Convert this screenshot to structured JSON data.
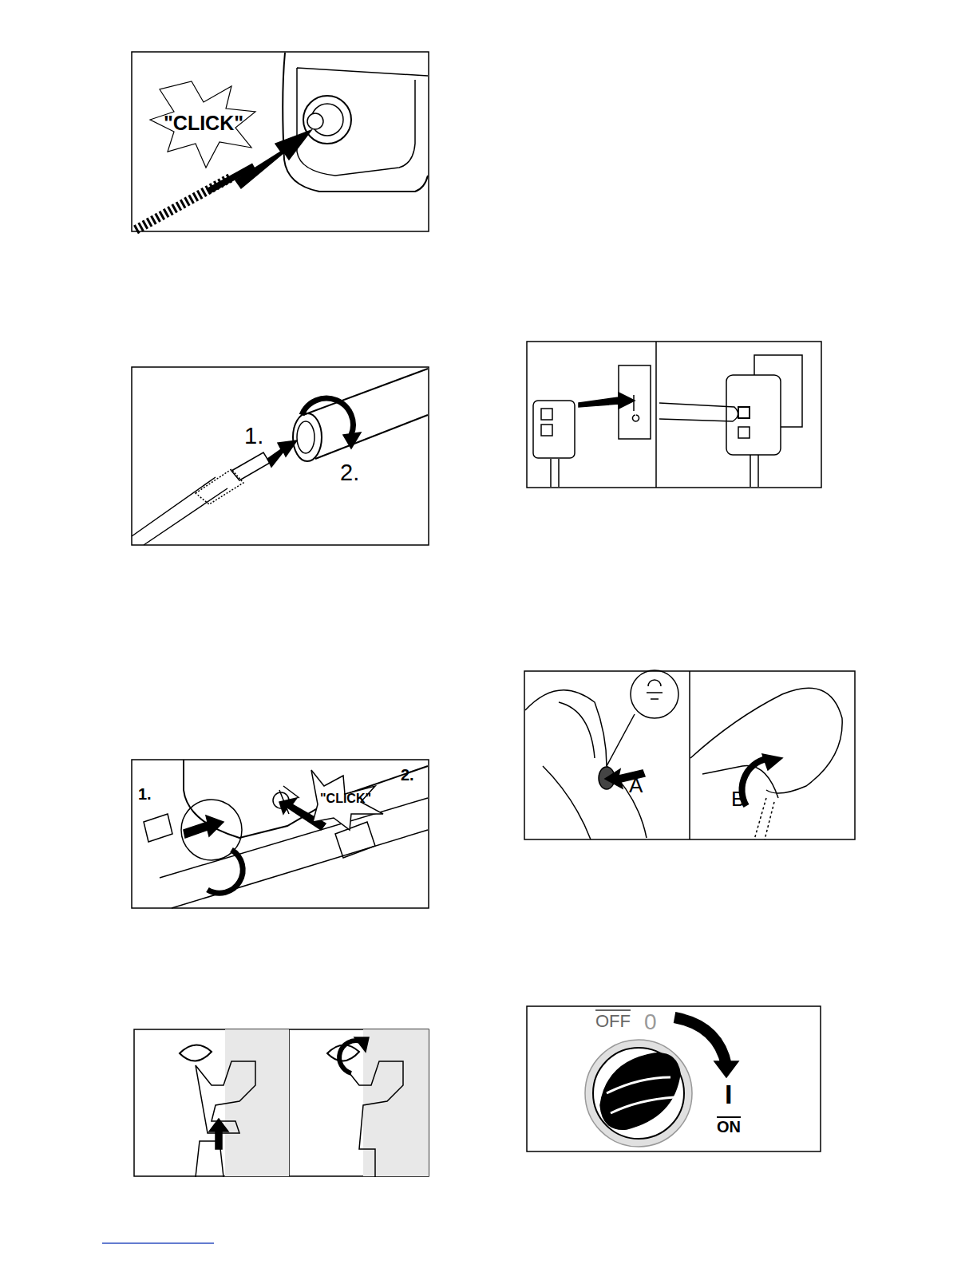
{
  "diagram": {
    "labels": [
      "\"CLICK\"",
      "1.",
      "2.",
      "1.",
      "2.",
      "\"CLICK\"",
      "A",
      "B",
      "OFF",
      "0",
      "I",
      "ON"
    ]
  }
}
